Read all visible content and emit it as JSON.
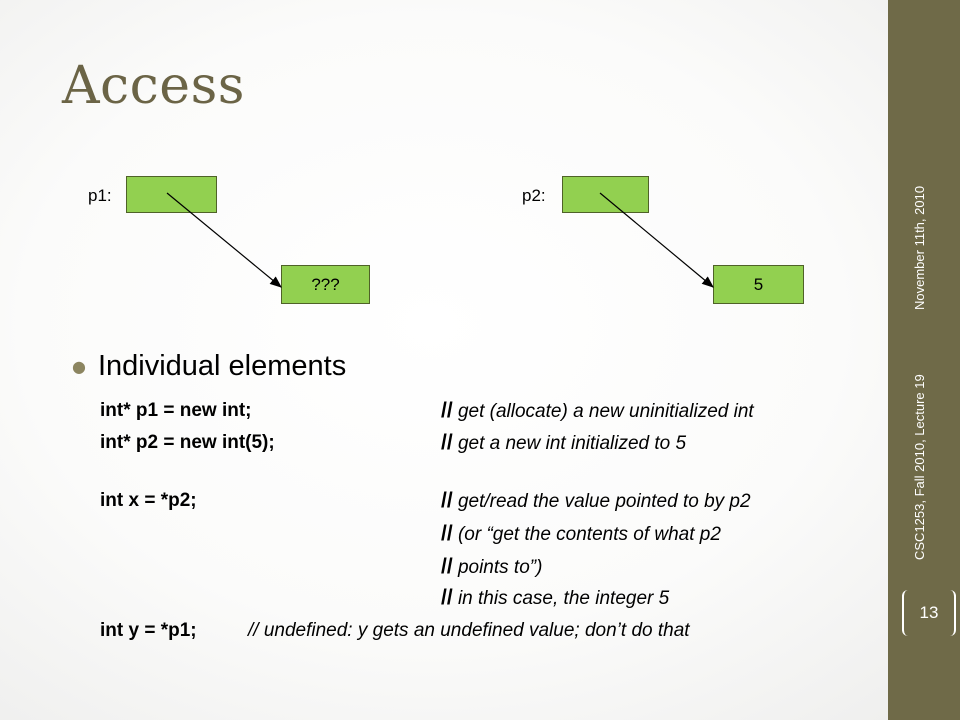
{
  "slide": {
    "title": "Access",
    "page_number": "13",
    "footer_course": "CSC1253, Fall 2010, Lecture 19",
    "footer_date": "November 11th, 2010"
  },
  "diagram": {
    "p1_label": "p1:",
    "p2_label": "p2:",
    "p1_target_value": "???",
    "p2_target_value": "5"
  },
  "bullet": {
    "heading": "Individual elements",
    "lines": [
      {
        "code": "int* p1 = new int;",
        "slashes": "//",
        "comment": " get (allocate) a new uninitialized int"
      },
      {
        "code": "int* p2 = new int(5);",
        "slashes": "//",
        "comment": " get a new int initialized to 5"
      },
      {
        "code": "int x = *p2;",
        "slashes": "//",
        "comment": " get/read the value pointed to by p2"
      },
      {
        "code": "",
        "slashes": "//",
        "comment": " (or “get the contents of what p2"
      },
      {
        "code": "",
        "slashes": "//",
        "comment": " points to”)"
      },
      {
        "code": "",
        "slashes": "//",
        "comment": " in this case, the integer 5"
      },
      {
        "code": "int y = *p1;",
        "slashes": "",
        "comment": "// undefined: y gets an undefined value; don’t do that"
      }
    ]
  },
  "colors": {
    "sidebar": "#6f6a48",
    "title": "#6b6446",
    "box_fill": "#92d050",
    "box_border": "#4f6228"
  }
}
